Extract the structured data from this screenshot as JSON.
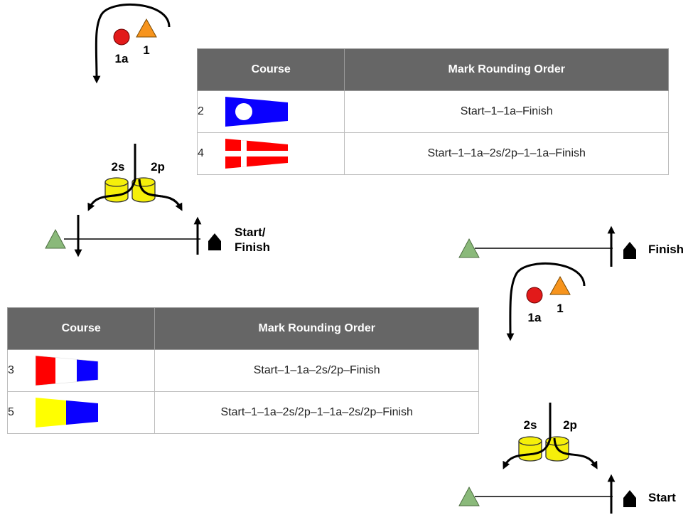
{
  "marks": {
    "red": "1a",
    "orange": "1",
    "gate_starboard": "2s",
    "gate_port": "2p"
  },
  "lines": {
    "start_finish": [
      "Start/",
      "Finish"
    ],
    "finish": "Finish",
    "start": "Start"
  },
  "colors": {
    "mark_red": "#e21a1a",
    "mark_orange": "#f7941d",
    "gate_yellow": "#f5ef0a",
    "pin_green": "#8ab97a",
    "header_gray": "#666666",
    "flag_blue": "#0a00ff",
    "flag_red": "#ff0000",
    "flag_yellow": "#ffff00"
  },
  "tables": {
    "top": {
      "headers": [
        "Course",
        "Mark Rounding Order"
      ],
      "rows": [
        {
          "course": "2",
          "flag": "flag-2-blue-pennant-white-circle",
          "order": "Start–1–1a–Finish"
        },
        {
          "course": "4",
          "flag": "flag-4-red-pennant-white-cross",
          "order": "Start–1–1a–2s/2p–1–1a–Finish"
        }
      ]
    },
    "bottom": {
      "headers": [
        "Course",
        "Mark Rounding Order"
      ],
      "rows": [
        {
          "course": "3",
          "flag": "flag-3-red-white-blue-pennant",
          "order": "Start–1–1a–2s/2p–Finish"
        },
        {
          "course": "5",
          "flag": "flag-5-yellow-blue-pennant",
          "order": "Start–1–1a–2s/2p–1–1a–2s/2p–Finish"
        }
      ]
    }
  }
}
